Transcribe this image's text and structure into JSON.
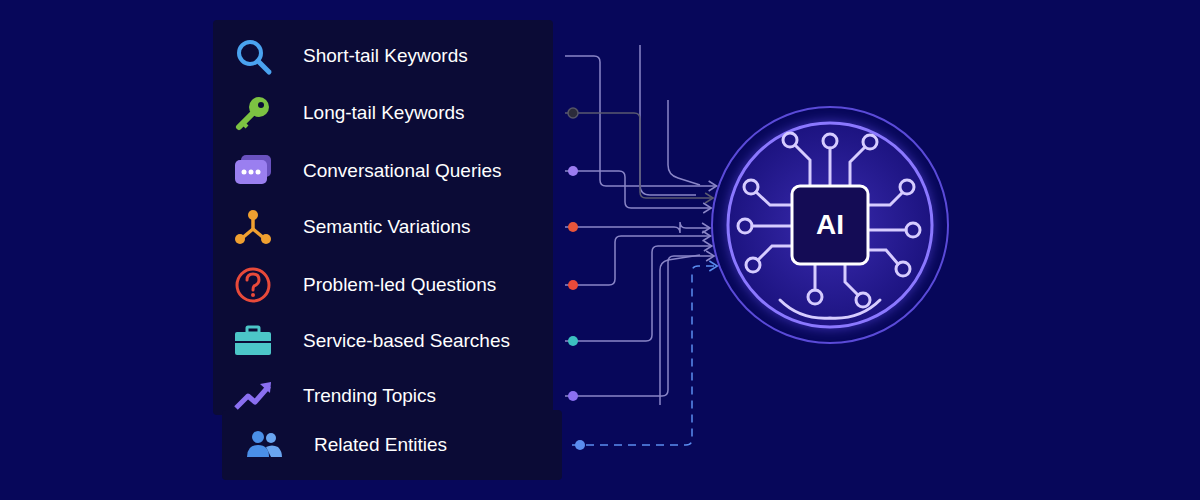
{
  "diagram": {
    "nodes": [
      {
        "text": [
          "Short-tail Keywords"
        ]
      },
      {
        "text": [
          "Long-tail Keywords"
        ]
      },
      {
        "text": [
          "Conversational Queries"
        ]
      },
      {
        "text": [
          "Semantic Variations"
        ]
      },
      {
        "text": [
          "Problem-led Questions"
        ]
      },
      {
        "text": [
          "Service-based Searches"
        ]
      },
      {
        "text": [
          "Trending Topics"
        ]
      },
      {
        "text": [
          "Related Entities"
        ]
      },
      {
        "text": [
          "AI"
        ]
      }
    ],
    "edges": [
      {
        "from": 0,
        "to": 8,
        "arrow": "to"
      },
      {
        "from": 1,
        "to": 8,
        "arrow": "to"
      },
      {
        "from": 2,
        "to": 8,
        "arrow": "to"
      },
      {
        "from": 3,
        "to": 8,
        "arrow": "to"
      },
      {
        "from": 4,
        "to": 8,
        "arrow": "to"
      },
      {
        "from": 5,
        "to": 8,
        "arrow": "to"
      },
      {
        "from": 6,
        "to": 8,
        "arrow": "to"
      },
      {
        "from": 7,
        "to": 8,
        "arrow": "to"
      }
    ]
  }
}
